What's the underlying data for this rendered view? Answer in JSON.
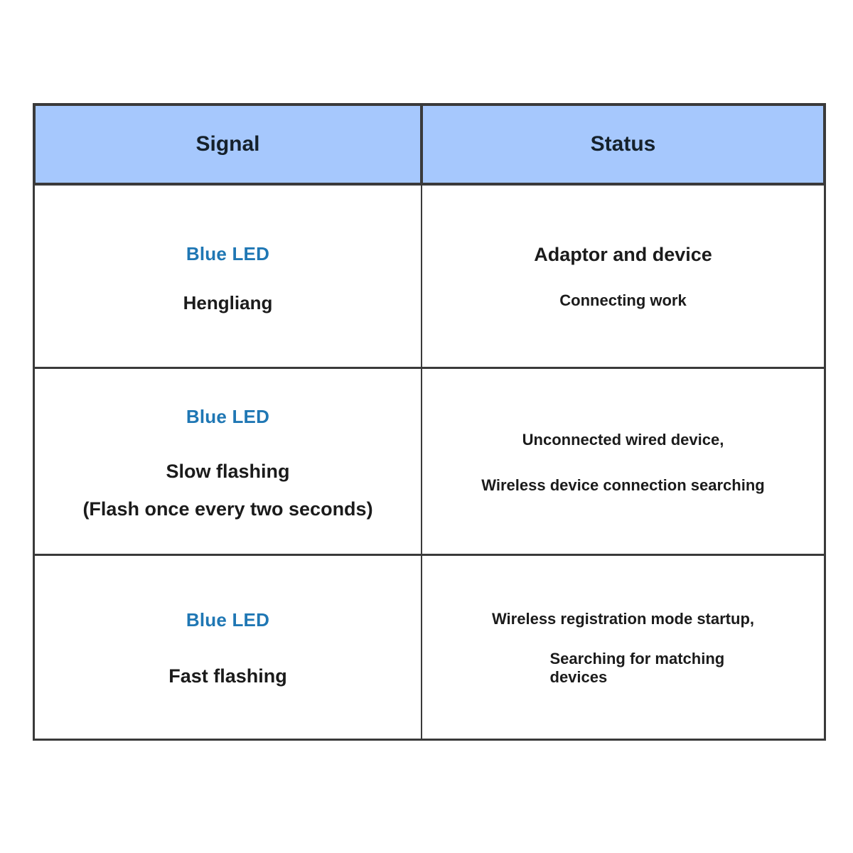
{
  "document": {
    "type": "led-status-reference-table",
    "background_color": "#ffffff"
  },
  "theme": {
    "header_bg": "#a6c8fd",
    "header_text": "#15212b",
    "border": "#3a3a3a",
    "led_accent": "#1f77b4",
    "body_text": "#1b1b1b"
  },
  "table": {
    "columns": [
      {
        "key": "signal",
        "header": "Signal"
      },
      {
        "key": "status",
        "header": "Status"
      }
    ],
    "rows": [
      {
        "signal": {
          "led": "Blue LED",
          "description": "Hengliang"
        },
        "status": {
          "primary": "Adaptor and device",
          "secondary": "Connecting work"
        }
      },
      {
        "signal": {
          "led": "Blue LED",
          "description": "Slow flashing",
          "detail": "(Flash once every two seconds)"
        },
        "status": {
          "primary": "Unconnected wired device,",
          "secondary": "Wireless device connection searching"
        }
      },
      {
        "signal": {
          "led": "Blue LED",
          "description": "Fast flashing"
        },
        "status": {
          "primary": "Wireless registration mode startup,",
          "secondary": "Searching for matching devices"
        }
      }
    ]
  }
}
